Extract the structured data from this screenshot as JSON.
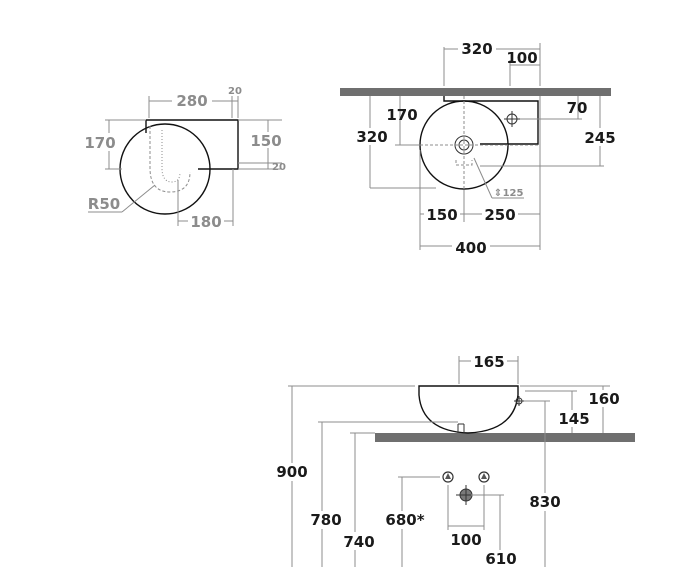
{
  "views": {
    "top_small": {
      "dims": [
        "280",
        "20",
        "170",
        "150",
        "20",
        "R50",
        "180"
      ]
    },
    "top_large": {
      "dims": [
        "320",
        "100",
        "170",
        "70",
        "320",
        "245",
        "125",
        "150",
        "250",
        "400"
      ]
    },
    "side": {
      "dims": [
        "165",
        "160",
        "145",
        "900",
        "830",
        "780",
        "740",
        "680*",
        "100",
        "610"
      ]
    }
  },
  "colors": {
    "countertop": "#6f6f6f",
    "dimension_gray": "#8c8c8c",
    "dimension_black": "#1a1a1a"
  }
}
